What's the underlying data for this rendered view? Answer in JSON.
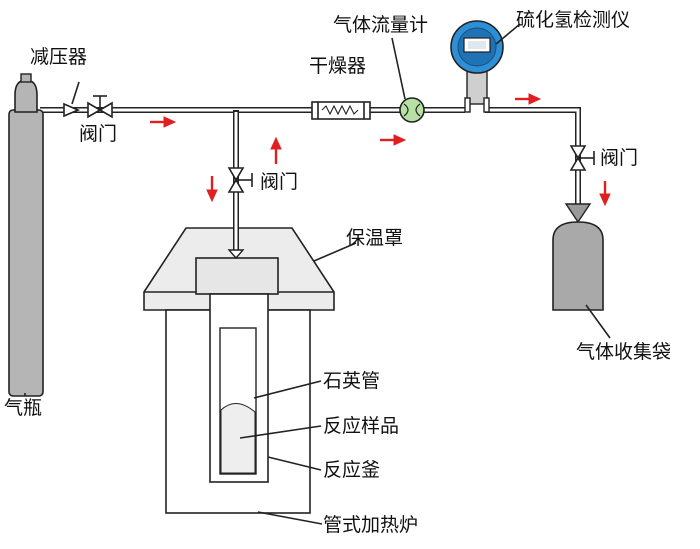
{
  "labels": {
    "pressure_reducer": "减压器",
    "valve_left": "阀门",
    "valve_middle": "阀门",
    "valve_right": "阀门",
    "dryer": "干燥器",
    "flow_meter": "气体流量计",
    "h2s_detector": "硫化氢检测仪",
    "insulation_cover": "保温罩",
    "quartz_tube": "石英管",
    "reaction_sample": "反应样品",
    "reactor": "反应釜",
    "tube_furnace": "管式加热炉",
    "gas_cylinder": "气瓶",
    "gas_bag": "气体收集袋"
  },
  "icons": {
    "gas_cylinder": "gas-cylinder-icon",
    "pressure_reducer": "pressure-reducer-icon",
    "valve": "valve-icon",
    "dryer": "dryer-icon",
    "flow_meter": "flow-meter-icon",
    "h2s_detector": "gas-detector-icon",
    "gas_bag": "gas-bag-icon",
    "flow_arrow": "flow-arrow-icon"
  },
  "colors": {
    "cylinder_fill": "#b5b5b5",
    "bag_fill": "#a9a9a9",
    "cover_fill": "#ececec",
    "detector_blue": "#2d8fd5",
    "flow_meter_green": "#b7e0a5",
    "arrow_red": "#e02020",
    "line": "#222222"
  }
}
